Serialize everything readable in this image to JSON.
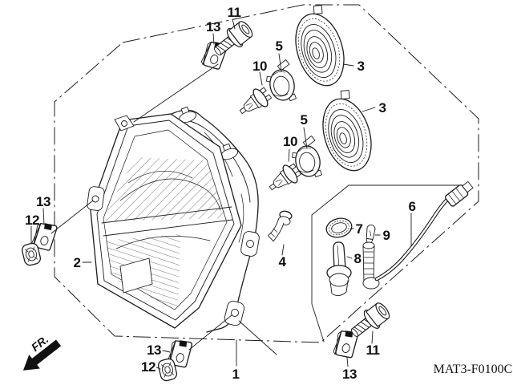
{
  "page": {
    "background": "#ffffff",
    "line_color": "#1c1c1c"
  },
  "diagram": {
    "code": "MAT3-F0100C",
    "fr_indicator": "FR.",
    "callouts": {
      "c1": "1",
      "c2": "2",
      "c3a": "3",
      "c3b": "3",
      "c4": "4",
      "c5a": "5",
      "c5b": "5",
      "c6": "6",
      "c7": "7",
      "c8": "8",
      "c9": "9",
      "c10a": "10",
      "c10b": "10",
      "c11_top": "11",
      "c11_br": "11",
      "c12_left": "12",
      "c12_bottom": "12",
      "c13_top": "13",
      "c13_left": "13",
      "c13_bottom": "13",
      "c13_br": "13"
    }
  }
}
